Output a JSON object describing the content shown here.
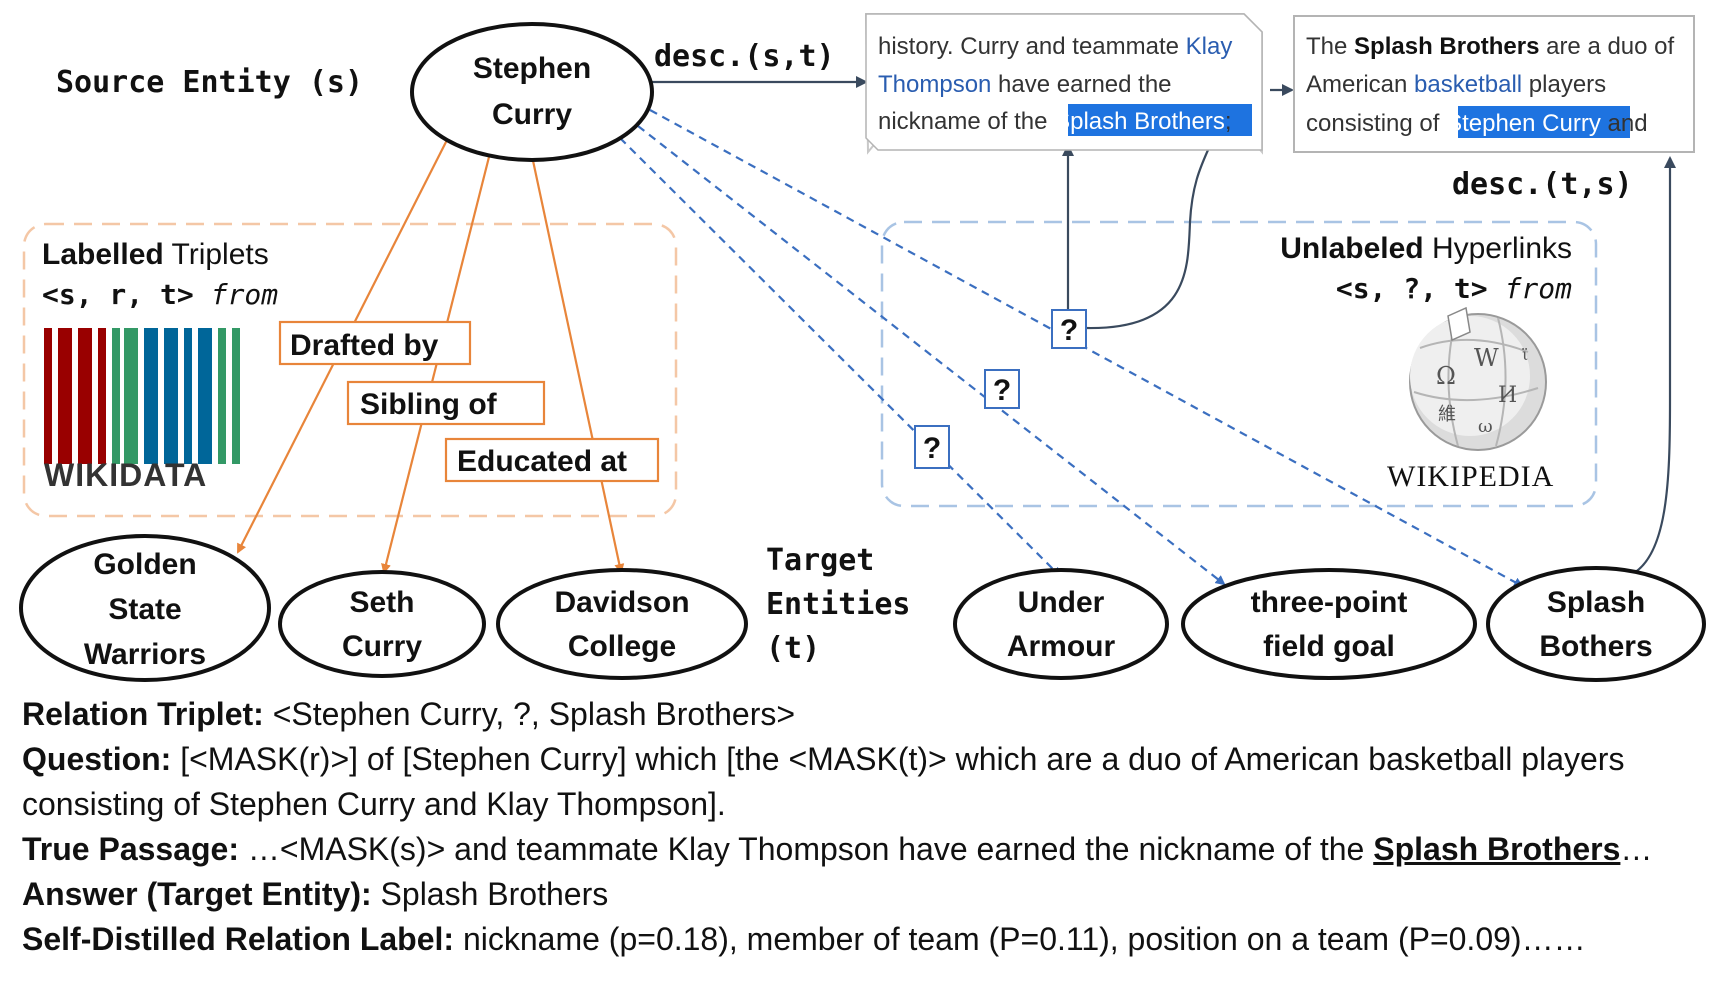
{
  "source_label": "Source Entity (s)",
  "source_entity": [
    "Stephen",
    "Curry"
  ],
  "edge_desc_st": "desc.(s,t)",
  "edge_desc_ts": "desc.(t,s)",
  "labelled_group": {
    "title_bold": "Labelled",
    "title_rest": " Triplets",
    "triplet": "<s, r, t>",
    "from": "from",
    "logo_text": "WIKIDATA"
  },
  "unlabeled_group": {
    "title_bold": "Unlabeled",
    "title_rest": " Hyperlinks",
    "triplet": "<s, ?, t>",
    "from": "from",
    "logo_text": "WIKIPEDIA"
  },
  "relations": [
    "Drafted by",
    "Sibling of",
    "Educated at"
  ],
  "question_mark": "?",
  "target_label": [
    "Target",
    "Entities",
    "(t)"
  ],
  "labelled_targets": [
    {
      "lines": [
        "Golden",
        "State",
        "Warriors"
      ]
    },
    {
      "lines": [
        "Seth",
        "Curry"
      ]
    },
    {
      "lines": [
        "Davidson",
        "College"
      ]
    }
  ],
  "unlabeled_targets": [
    {
      "lines": [
        "Under",
        "Armour"
      ]
    },
    {
      "lines": [
        "three-point",
        "field goal"
      ]
    },
    {
      "lines": [
        "Splash",
        "Bothers"
      ]
    }
  ],
  "snippet_left": {
    "l1a": "history. Curry and teammate ",
    "l1b": "Klay",
    "l2a": "Thompson",
    "l2b": " have earned the",
    "l3a": "nickname of the ",
    "l3b": "Splash Brothers",
    "l3c": ";"
  },
  "snippet_right": {
    "l1a": "The ",
    "l1b": "Splash Brothers",
    "l1c": " are a duo of",
    "l2a": "American ",
    "l2b": "basketball",
    "l2c": " players",
    "l3a": "consisting of ",
    "l3b": "Stephen Curry",
    "l3c": " and"
  },
  "bottom": {
    "triplet_label": "Relation Triplet:",
    "triplet_value": " <Stephen Curry, ?, Splash Brothers>",
    "question_label": "Question:",
    "question_value": " [<MASK(r)>] of [Stephen Curry] which [the <MASK(t)> which are a duo of American basketball players consisting of Stephen Curry and Klay Thompson].",
    "passage_label": "True Passage:",
    "passage_value": " …<MASK(s)> and teammate Klay Thompson have earned the nickname of the ",
    "passage_answer": "Splash Brothers",
    "passage_tail": "…",
    "answer_label": "Answer (Target Entity):",
    "answer_value": " Splash Brothers",
    "distill_label": "Self-Distilled Relation Label:",
    "distill_value": " nickname (p=0.18), member of team (P=0.11), position on a team (P=0.09)……"
  },
  "colors": {
    "orange": "#e8853a",
    "blue_dash": "#3b6fc0",
    "dark_arrow": "#3a4a5e",
    "highlight": "#1e73e0",
    "wikidata_red": "#990000",
    "wikidata_green": "#339966",
    "wikidata_blue": "#006699"
  }
}
